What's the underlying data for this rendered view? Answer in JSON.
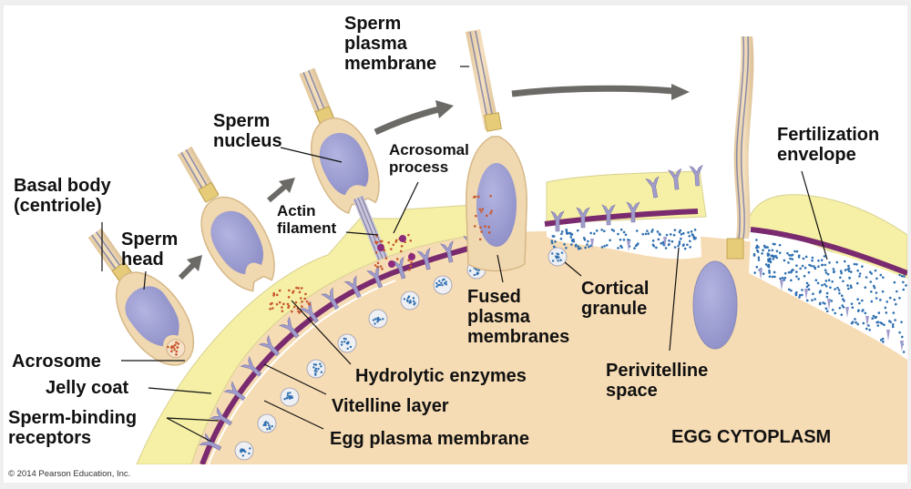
{
  "figure": {
    "title": "Acrosomal reaction and sperm-egg fusion",
    "copyright": "© 2014 Pearson Education, Inc.",
    "colors": {
      "jelly_coat": "#f6f0a6",
      "egg_cytoplasm": "#f6dcb4",
      "sperm_body": "#f0d8b0",
      "nucleus": "#9fa0d2",
      "vitelline_layer": "#7a2a6e",
      "receptor": "#a09ccc",
      "enzyme_dot": "#c9582e",
      "granule_dot": "#2e6fb0",
      "arrow": "#6c6a66"
    }
  },
  "labels": {
    "basal_body": "Basal body\n(centriole)",
    "sperm_head": "Sperm\nhead",
    "sperm_nucleus": "Sperm\nnucleus",
    "actin_filament": "Actin\nfilament",
    "acrosomal_process": "Acrosomal\nprocess",
    "sperm_plasma_membrane": "Sperm\nplasma\nmembrane",
    "fertilization_envelope": "Fertilization\nenvelope",
    "acrosome": "Acrosome",
    "jelly_coat": "Jelly coat",
    "sperm_binding_receptors": "Sperm-binding\nreceptors",
    "hydrolytic_enzymes": "Hydrolytic enzymes",
    "vitelline_layer": "Vitelline layer",
    "egg_plasma_membrane": "Egg plasma membrane",
    "fused_plasma_membranes": "Fused\nplasma\nmembranes",
    "cortical_granule": "Cortical\ngranule",
    "perivitelline_space": "Perivitelline\nspace",
    "egg_cytoplasm": "EGG CYTOPLASM"
  }
}
